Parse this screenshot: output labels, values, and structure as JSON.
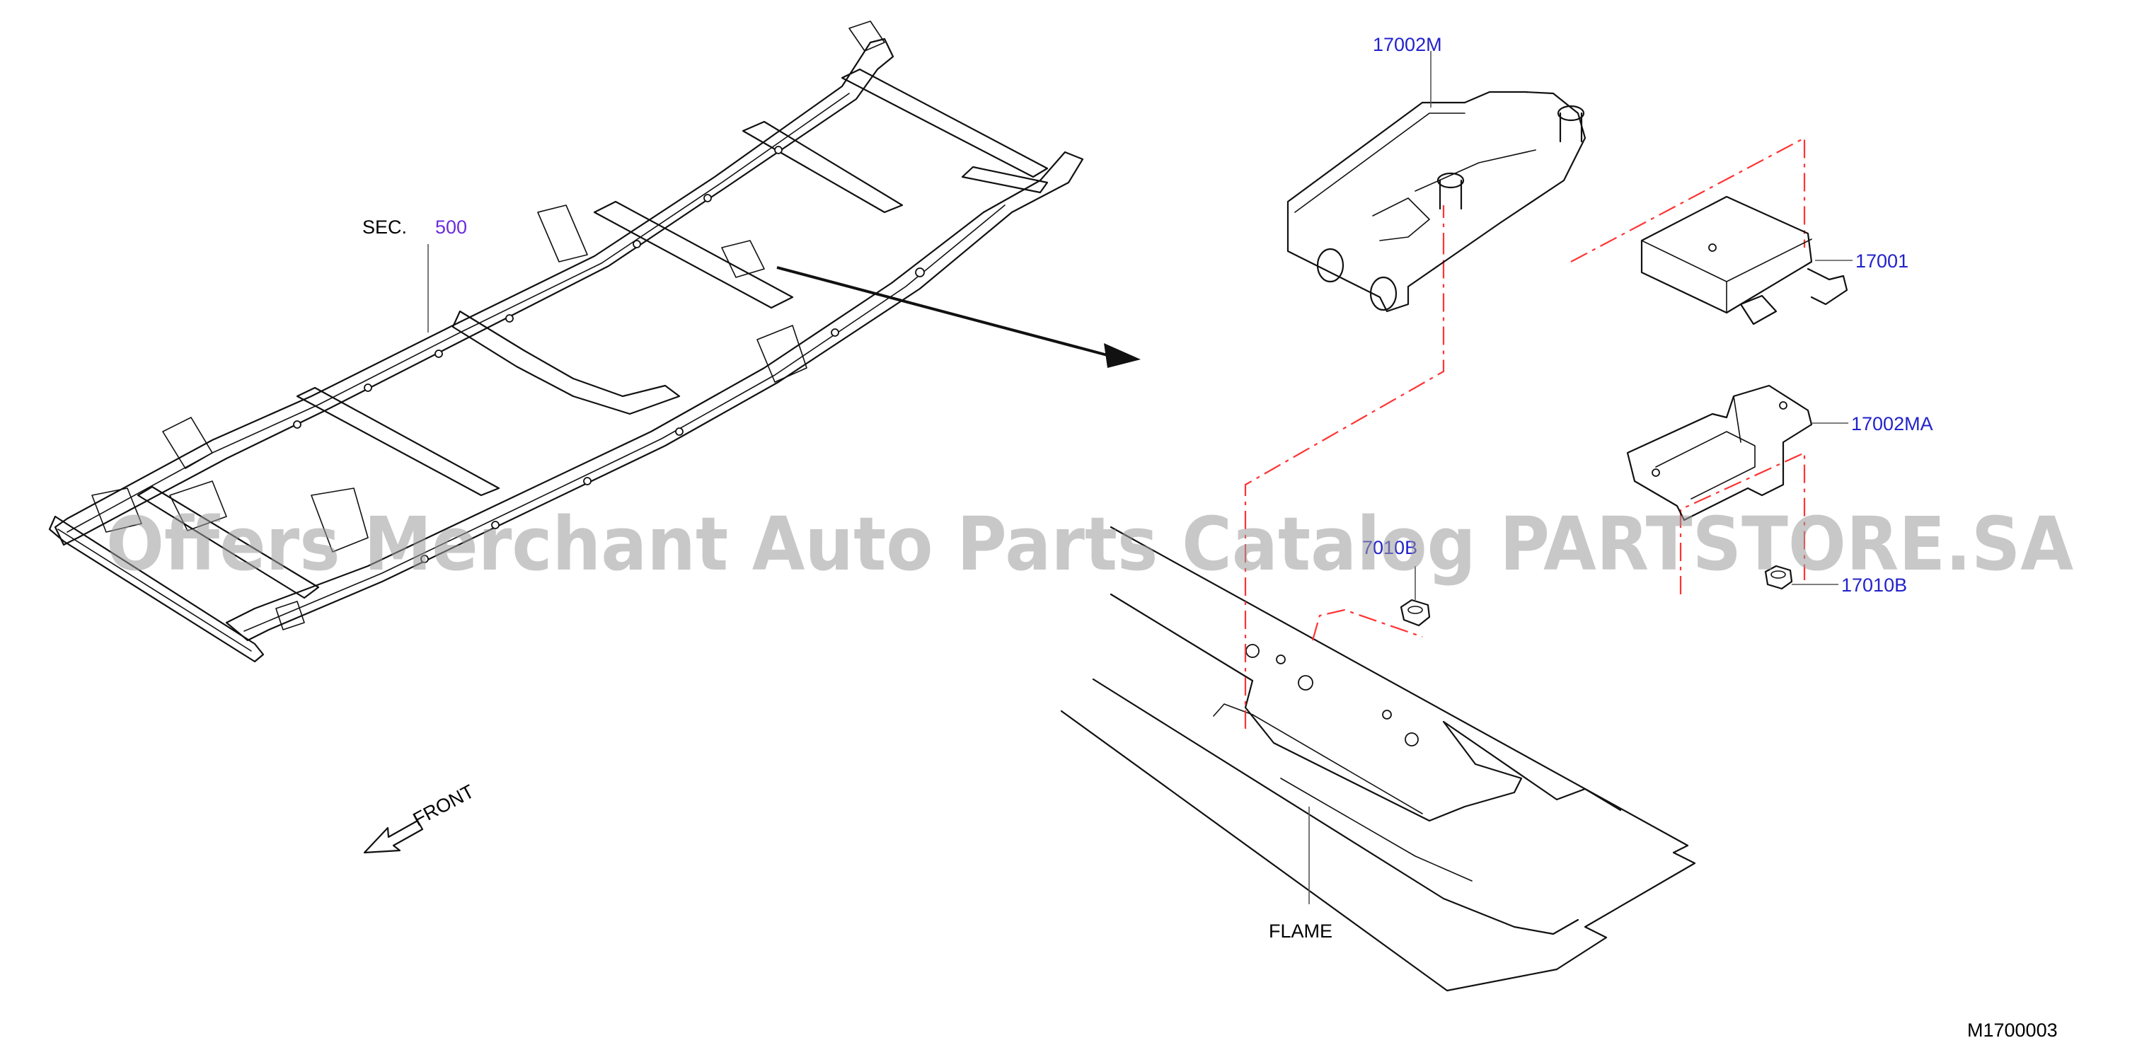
{
  "labels": {
    "sec_prefix": "SEC.",
    "sec_number": "500",
    "bracket_part": "17002M",
    "sensor_part": "17001",
    "mount_part": "17002MA",
    "nut_right": "17010B",
    "nut_left": "7010B",
    "frame": "FLAME",
    "front": "FRONT",
    "diagram_code": "M1700003"
  },
  "watermark": "Offers Merchant Auto Parts Catalog PARTSTORE.SA",
  "colors": {
    "callout_blue": "#2222cc",
    "sec_number_purple": "#6a2ddb",
    "phantom_line_red": "#ff3333",
    "line_art": "#111111",
    "watermark_gray": "#9a9a9a"
  },
  "icons": {
    "front_arrow": "hollow-arrow-pointing-down-left"
  }
}
